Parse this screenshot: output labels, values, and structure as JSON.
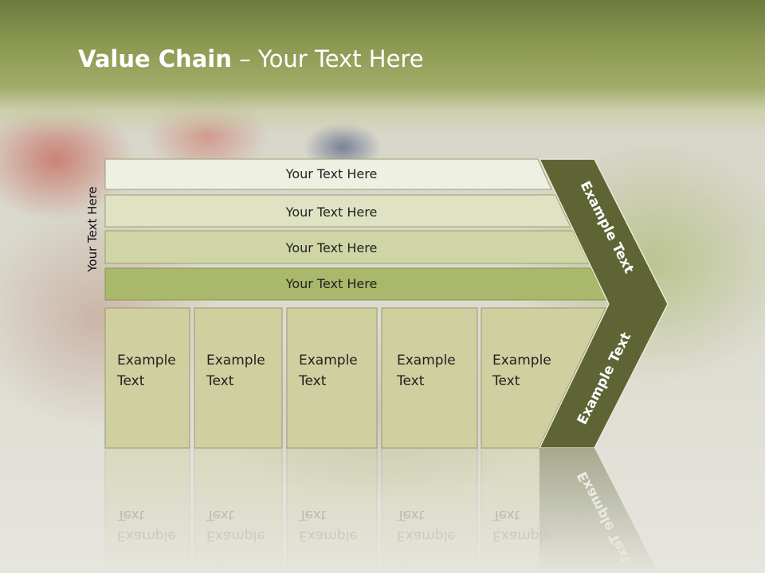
{
  "title": {
    "bold": "Value Chain",
    "rest": " – Your Text Here"
  },
  "side_label": "Your Text Here",
  "bars": [
    {
      "label": "Your Text Here",
      "color": "#eef0e2"
    },
    {
      "label": "Your Text Here",
      "color": "#dfe3c3"
    },
    {
      "label": "Your Text Here",
      "color": "#cfd5a4"
    },
    {
      "label": "Your Text Here",
      "color": "#a9b86a"
    }
  ],
  "boxes": [
    {
      "line1": "Example",
      "line2": "Text"
    },
    {
      "line1": "Example",
      "line2": "Text"
    },
    {
      "line1": "Example",
      "line2": "Text"
    },
    {
      "line1": "Example",
      "line2": "Text"
    },
    {
      "line1": "Example",
      "line2": "Text"
    }
  ],
  "arrow_upper_label": "Example Text",
  "arrow_lower_label": "Example Text",
  "colors": {
    "box": "#cfcf9f",
    "arrow": "#5e6434",
    "header": "#8c9a52"
  }
}
